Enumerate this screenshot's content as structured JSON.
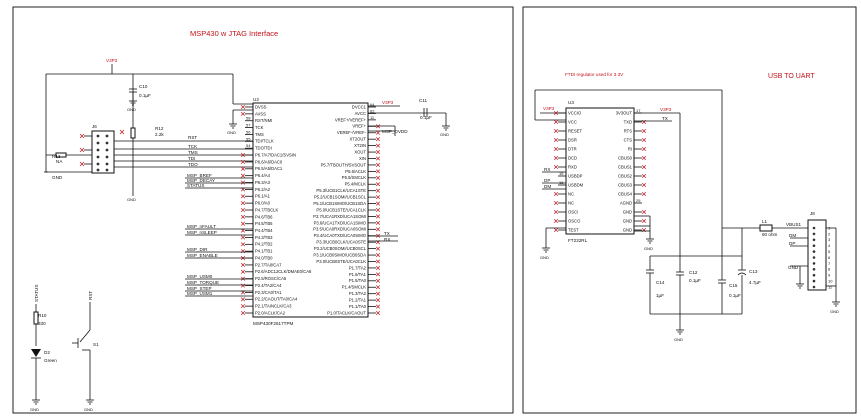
{
  "left_sheet": {
    "title": "MSP430 w JTAG Interface",
    "u2": {
      "ref": "U2",
      "part": "MSP430F2617TPM",
      "left_pins": [
        {
          "num": "",
          "name": "DVSS"
        },
        {
          "num": "",
          "name": "AVSS"
        },
        {
          "num": "58",
          "name": "RST/NMI"
        },
        {
          "num": "57",
          "name": "TCK"
        },
        {
          "num": "56",
          "name": "TMS"
        },
        {
          "num": "55",
          "name": "TDI/TCLK"
        },
        {
          "num": "54",
          "name": "TDO/TDI"
        },
        {
          "num": "",
          "name": "P6.7/A7/DAC1/SVSIN"
        },
        {
          "num": "",
          "name": "P6.6/A6/DAC0"
        },
        {
          "num": "",
          "name": "P6.5/A5/DAC1"
        },
        {
          "num": "",
          "name": "P6.4/A4"
        },
        {
          "num": "",
          "name": "P6.3/A3"
        },
        {
          "num": "",
          "name": "P6.2/A2"
        },
        {
          "num": "",
          "name": "P6.1/A1"
        },
        {
          "num": "",
          "name": "P6.0/A0"
        },
        {
          "num": "",
          "name": "P4.7/TBCLK"
        },
        {
          "num": "",
          "name": "P4.6/TB6"
        },
        {
          "num": "",
          "name": "P4.5/TB5"
        },
        {
          "num": "",
          "name": "P4.4/TB4"
        },
        {
          "num": "",
          "name": "P4.3/TB3"
        },
        {
          "num": "",
          "name": "P4.2/TB2"
        },
        {
          "num": "",
          "name": "P4.1/TB1"
        },
        {
          "num": "",
          "name": "P4.0/TB0"
        },
        {
          "num": "",
          "name": "P2.7/TA0/CA7"
        },
        {
          "num": "",
          "name": "P2.6/ADC12CLK/DMAE0/CA6"
        },
        {
          "num": "",
          "name": "P2.5/ROSC/CA5"
        },
        {
          "num": "",
          "name": "P2.4/TA2/CA4"
        },
        {
          "num": "",
          "name": "P2.3/CA0/TA1"
        },
        {
          "num": "",
          "name": "P2.2/CAOUT/TA0/CA4"
        },
        {
          "num": "",
          "name": "P2.1/TAINCLK/CA3"
        },
        {
          "num": "",
          "name": "P2.0/ACLK/CA2"
        }
      ],
      "right_pins": [
        {
          "num": "64",
          "name": "DVCC1"
        },
        {
          "num": "62",
          "name": "AVCC"
        },
        {
          "num": "11",
          "name": "VREF+/VEREF+"
        },
        {
          "num": "",
          "name": "VREF+"
        },
        {
          "num": "",
          "name": "VEREF-/VREF-"
        },
        {
          "num": "",
          "name": "XT2OUT"
        },
        {
          "num": "",
          "name": "XT2IN"
        },
        {
          "num": "",
          "name": "XOUT"
        },
        {
          "num": "",
          "name": "XIN"
        },
        {
          "num": "",
          "name": "P5.7/TBOUTH/SVSOUT"
        },
        {
          "num": "",
          "name": "P5.6/ACLK"
        },
        {
          "num": "",
          "name": "P5.5/SMCLK"
        },
        {
          "num": "",
          "name": "P5.4/MCLK"
        },
        {
          "num": "",
          "name": "P5.3/UCB1CLK/UCA1STE"
        },
        {
          "num": "",
          "name": "P5.2/UCB1SOMI/UCB1SCL"
        },
        {
          "num": "",
          "name": "P5.1/UCB1SIMO/UCB1SDA"
        },
        {
          "num": "",
          "name": "P5.0/UCB1STE/UCA1CLK"
        },
        {
          "num": "",
          "name": "P3.7/UCA1RXD/UCA1SOMI"
        },
        {
          "num": "",
          "name": "P3.6/UCA1TXD/UCA1SIMO"
        },
        {
          "num": "",
          "name": "P3.5/UCA0RXD/UCA0SOMI"
        },
        {
          "num": "",
          "name": "P3.4/UCA0TXD/UCA0SIMO"
        },
        {
          "num": "",
          "name": "P3.3/UCB0CLK/UCA0STE"
        },
        {
          "num": "",
          "name": "P3.2/UCB0SOMI/UCB0SCL"
        },
        {
          "num": "",
          "name": "P3.1/UCB0SIMO/UCB0SDA"
        },
        {
          "num": "",
          "name": "P3.0/UCB0STE/UCA0CLK"
        },
        {
          "num": "",
          "name": "P1.7/TA2"
        },
        {
          "num": "",
          "name": "P1.6/TA1"
        },
        {
          "num": "",
          "name": "P1.5/TA0"
        },
        {
          "num": "",
          "name": "P1.4/SMCLK"
        },
        {
          "num": "",
          "name": "P1.3/TA2"
        },
        {
          "num": "",
          "name": "P1.2/TA1"
        },
        {
          "num": "",
          "name": "P1.1/TA0"
        },
        {
          "num": "",
          "name": "P1.0/TACLK/CAOUT"
        }
      ]
    },
    "nets": {
      "v3p3": "V3P3",
      "rst": "RST",
      "tck": "TCK",
      "tms": "TMS",
      "tdi": "TDI",
      "tdo": "TDO",
      "tx": "TX",
      "rx": "RX",
      "msp_dvdd": "MSP_DVDD",
      "msp_bref": "MSP_BREF",
      "msp_decay": "MSP_DECAY",
      "status": "STATUS",
      "msp_nfault": "MSP_nFAULT",
      "msp_nsleep": "MSP_nSLEEP",
      "msp_dir": "MSP_DIR",
      "msp_enable": "MSP_ENABLE",
      "msp_usm0": "MSP_USM0",
      "msp_torque": "MSP_TORQUE",
      "msp_step": "MSP_STEP",
      "msp_usm1": "MSP_USM1",
      "gnd": "GND",
      "gnd_conn": "GND",
      "status_vert": "STATUS",
      "rst_vert": "RST"
    },
    "components": {
      "c10": {
        "ref": "C10",
        "value": "0.1µF"
      },
      "c11": {
        "ref": "C11",
        "value": "0.1µF"
      },
      "r12": {
        "ref": "R12",
        "value": "2.2k"
      },
      "r13": {
        "ref": "R13",
        "value": "NA"
      },
      "r10": {
        "ref": "R10",
        "value": "330"
      },
      "d2": {
        "ref": "D2",
        "value": "Green"
      },
      "s1": {
        "ref": "S1"
      },
      "j6": {
        "ref": "J6"
      }
    }
  },
  "right_sheet": {
    "title": "USB TO UART",
    "note": "FTDI regulator used for 3.3V",
    "u3": {
      "ref": "U3",
      "part": "FT232RL",
      "left_pins": [
        {
          "num": "",
          "name": "VCCIO"
        },
        {
          "num": "",
          "name": "VCC"
        },
        {
          "num": "",
          "name": "RESET"
        },
        {
          "num": "",
          "name": "DSR"
        },
        {
          "num": "",
          "name": "DTR"
        },
        {
          "num": "",
          "name": "DCD"
        },
        {
          "num": "",
          "name": "RXD"
        },
        {
          "num": "15",
          "name": "USBDP"
        },
        {
          "num": "16",
          "name": "USBDM"
        },
        {
          "num": "",
          "name": "NC"
        },
        {
          "num": "",
          "name": "NC"
        },
        {
          "num": "",
          "name": "OSCI"
        },
        {
          "num": "",
          "name": "OSCO"
        },
        {
          "num": "",
          "name": "TEST"
        }
      ],
      "right_pins": [
        {
          "num": "17",
          "name": "3V3OUT"
        },
        {
          "num": "",
          "name": "TXD"
        },
        {
          "num": "",
          "name": "RTS"
        },
        {
          "num": "",
          "name": "CTS"
        },
        {
          "num": "",
          "name": "RI"
        },
        {
          "num": "",
          "name": "CBUS0"
        },
        {
          "num": "",
          "name": "CBUS1"
        },
        {
          "num": "",
          "name": "CBUS2"
        },
        {
          "num": "",
          "name": "CBUS3"
        },
        {
          "num": "",
          "name": "CBUS4"
        },
        {
          "num": "25",
          "name": "AGND"
        },
        {
          "num": "",
          "name": "GND"
        },
        {
          "num": "",
          "name": "GND"
        },
        {
          "num": "",
          "name": "GND"
        }
      ]
    },
    "nets": {
      "v3p3_a": "V3P3",
      "v3p3_b": "V3P3",
      "tx": "TX",
      "rx": "RX",
      "dp": "DP",
      "dm": "DM",
      "gnd": "GND",
      "vbus1": "VBUS1",
      "j8_dm": "DM",
      "j8_dp": "DP",
      "j8_gnd": "GND"
    },
    "components": {
      "c12": {
        "ref": "C12",
        "value": "0.1µF"
      },
      "c13": {
        "ref": "C13",
        "value": "4.7µF"
      },
      "c14": {
        "ref": "C14",
        "value": "1µF"
      },
      "c15": {
        "ref": "C15",
        "value": "0.1µF"
      },
      "l1": {
        "ref": "L1",
        "value": "60 ohm"
      },
      "j8": {
        "ref": "J8",
        "pins": [
          "1",
          "2",
          "3",
          "4",
          "5",
          "6",
          "7",
          "8",
          "9",
          "10",
          "11"
        ]
      }
    }
  }
}
